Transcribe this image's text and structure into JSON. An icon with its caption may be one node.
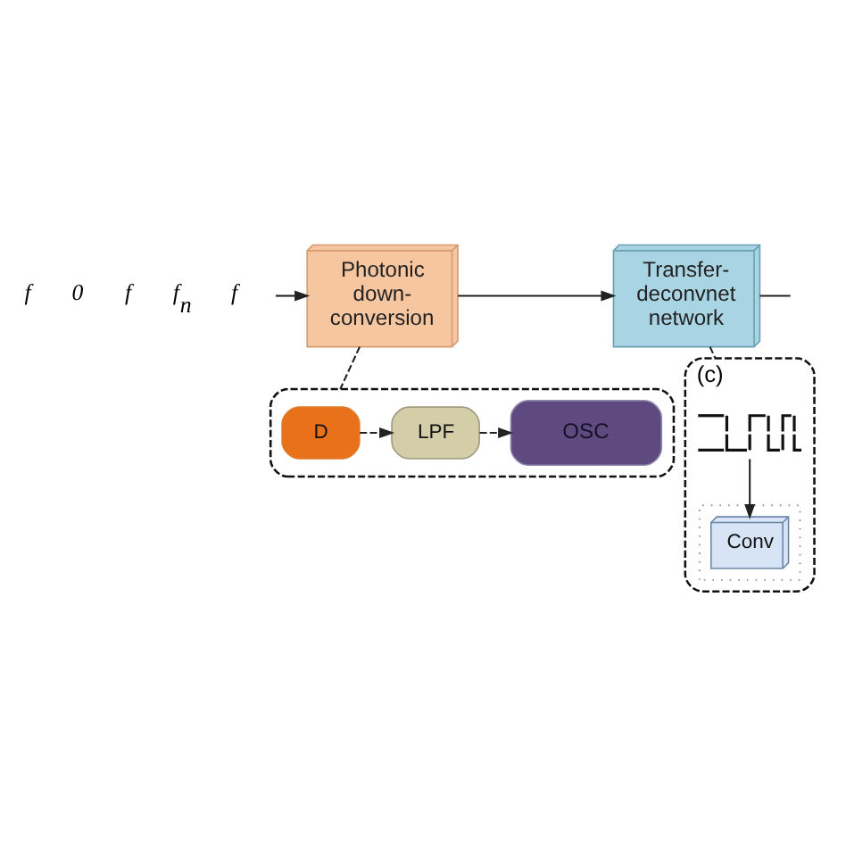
{
  "diagram": {
    "nodes": [
      {
        "text": [
          "Photonic down-conversion"
        ]
      },
      {
        "text": [
          "Transfer-deconvnet network"
        ]
      },
      {
        "text": [],
        "shape": "box"
      },
      {
        "text": [
          "D"
        ],
        "in": 2
      },
      {
        "text": [
          "LPF"
        ],
        "in": 2
      },
      {
        "text": [
          "OSC"
        ],
        "in": 2
      },
      {
        "text": [
          "(c)"
        ]
      },
      {
        "text": [],
        "shape": "picture",
        "in": 6
      },
      {
        "text": [],
        "shape": "box",
        "in": 6
      },
      {
        "text": [
          "Conv"
        ],
        "in": 8
      }
    ],
    "edges": [
      {
        "from": null,
        "to": 0,
        "arrow": "to"
      },
      {
        "from": 0,
        "to": 1,
        "arrow": "to"
      },
      {
        "from": 1,
        "to": null,
        "arrow": "none"
      },
      {
        "from": 0,
        "to": 2,
        "arrow": "none",
        "style": "dashed"
      },
      {
        "from": 1,
        "to": 6,
        "arrow": "none",
        "style": "dashed"
      },
      {
        "from": 3,
        "to": 4,
        "arrow": "to",
        "style": "dashed"
      },
      {
        "from": 4,
        "to": 5,
        "arrow": "to",
        "style": "dashed"
      },
      {
        "from": 7,
        "to": 9,
        "arrow": "to"
      }
    ],
    "labels": [
      "f",
      "0",
      "f",
      "f$_{n}$",
      "f"
    ]
  }
}
